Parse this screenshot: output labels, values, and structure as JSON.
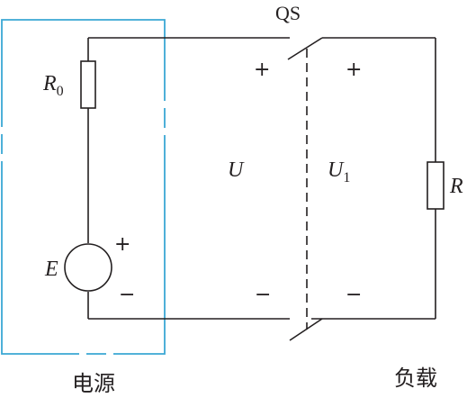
{
  "source_block": {
    "caption": "电源",
    "resistor_symbol": "R",
    "resistor_subscript": "0",
    "emf_symbol": "E",
    "emf_plus": "+",
    "emf_minus": "−",
    "box_color": "#3aa7d4"
  },
  "switch": {
    "label": "QS"
  },
  "voltages": {
    "source_side_symbol": "U",
    "source_side_plus": "+",
    "source_side_minus": "−",
    "load_side_symbol": "U",
    "load_side_subscript": "1",
    "load_side_plus": "+",
    "load_side_minus": "−"
  },
  "load_block": {
    "caption": "负载",
    "resistor_symbol": "R"
  },
  "colors": {
    "wire": "#231f20",
    "source_box": "#3aa7d4"
  }
}
